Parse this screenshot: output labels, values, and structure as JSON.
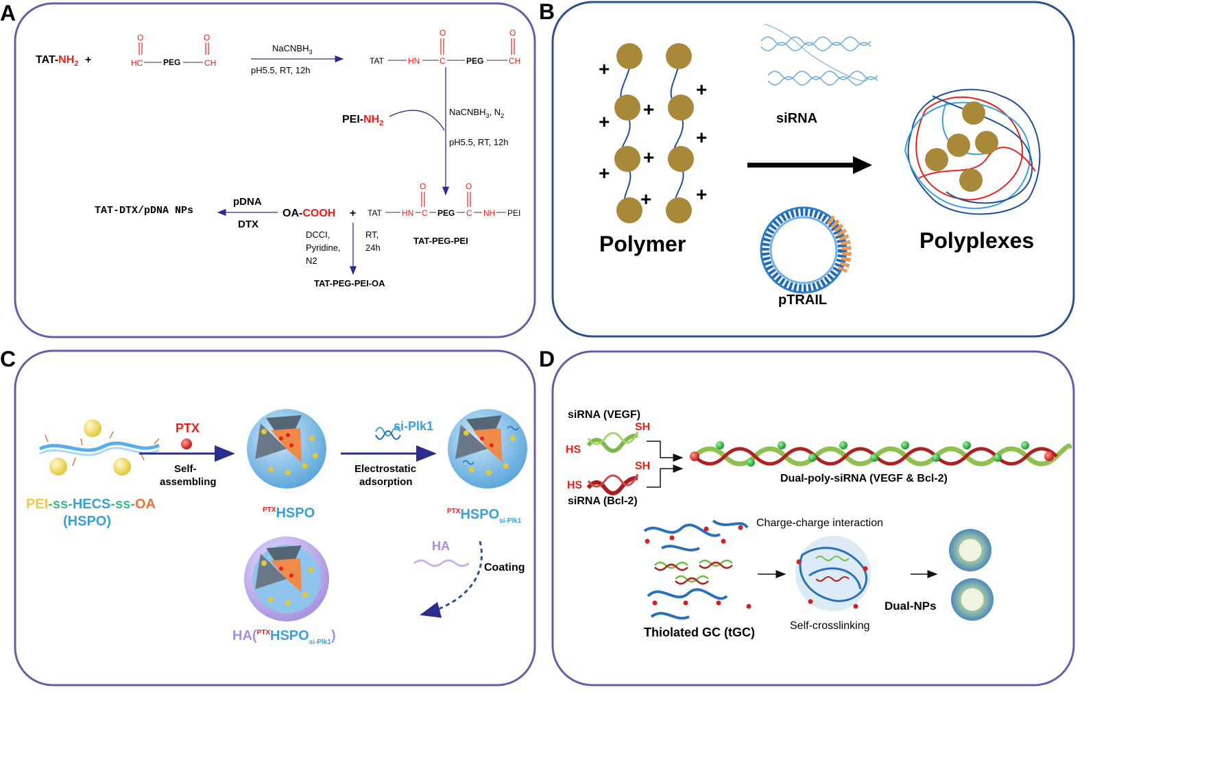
{
  "panels": {
    "a": {
      "letter": "A",
      "tat": "TAT-",
      "nh2": "NH",
      "sub2": "2",
      "plus": "+",
      "hc": "HC",
      "peg": "PEG",
      "ch": "CH",
      "o": "O",
      "nacnbh": "NaCNBH",
      "sub3": "3",
      "cond1": "pH5.5, RT, 12h",
      "tat_plain": "TAT",
      "hn": "HN",
      "c": "C",
      "pei_nh2_a": "PEI-",
      "nacnbh_n2_tail": ", N",
      "cond2": "pH5.5, RT, 12h",
      "nh": "NH",
      "pei": "PEI",
      "tat_peg_pei": "TAT-PEG-PEI",
      "oa": "OA-",
      "cooh": "COOH",
      "pdna": "pDNA",
      "dtx": "DTX",
      "product": "TAT-DTX/pDNA NPs",
      "dcci": "DCCI,",
      "pyridine": "Pyridine,",
      "n2": "N2",
      "rt": "RT,",
      "h24": "24h",
      "tat_peg_pei_oa": "TAT-PEG-PEI-OA"
    },
    "b": {
      "letter": "B",
      "polymer": "Polymer",
      "sirna": "siRNA",
      "ptrail": "pTRAIL",
      "polyplexes": "Polyplexes",
      "plus": "+"
    },
    "c": {
      "letter": "C",
      "ptx": "PTX",
      "self_assembling_1": "Self-",
      "self_assembling_2": "assembling",
      "si_plk1": "si-Plk1",
      "electrostatic_1": "Electrostatic",
      "electrostatic_2": "adsorption",
      "pei_part": "PEI",
      "ss1": "-ss-",
      "hecs_part": "HECS",
      "ss2": "-ss-",
      "oa_part": "OA",
      "hspo_abbrev": "(HSPO)",
      "ptx_sup": "PTX",
      "hspo": "HSPO",
      "si_plk1_sub": "si-Plk1",
      "ha": "HA",
      "coating": "Coating",
      "ha_open": "HA(",
      "ha_close": ")"
    },
    "d": {
      "letter": "D",
      "sirna_vegf": "siRNA (VEGF)",
      "sirna_bcl2": "siRNA (Bcl-2)",
      "hs": "HS",
      "sh": "SH",
      "dual_poly": "Dual-poly-siRNA (VEGF & Bcl-2)",
      "charge": "Charge-charge interaction",
      "tgc": "Thiolated GC (tGC)",
      "self_cross": "Self-crosslinking",
      "dual_nps": "Dual-NPs"
    }
  },
  "colors": {
    "panel_border_purple": "#6a5aa8",
    "panel_border_blue": "#2e4f8f",
    "arrow_blue": "#2b2d8e",
    "red": "#e8201a",
    "gold": "#a8893a",
    "strand_blue": "#1e4e9c",
    "yellow_label": "#f0c84a",
    "green_label": "#3ab98a",
    "orange_label": "#e8733a",
    "light_blue_label": "#3a9fd8",
    "purple_label": "#a98ee0"
  }
}
